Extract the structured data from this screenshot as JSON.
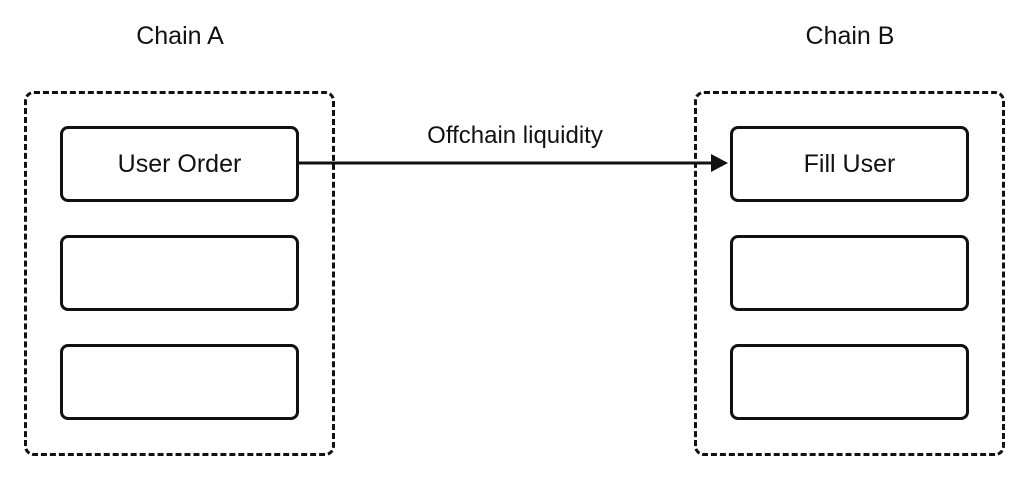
{
  "diagram": {
    "chain_a": {
      "title": "Chain A",
      "blocks": [
        "User Order",
        "",
        ""
      ]
    },
    "chain_b": {
      "title": "Chain B",
      "blocks": [
        "Fill User",
        "",
        ""
      ]
    },
    "arrow": {
      "label": "Offchain liquidity",
      "from": "User Order",
      "to": "Fill User"
    }
  }
}
